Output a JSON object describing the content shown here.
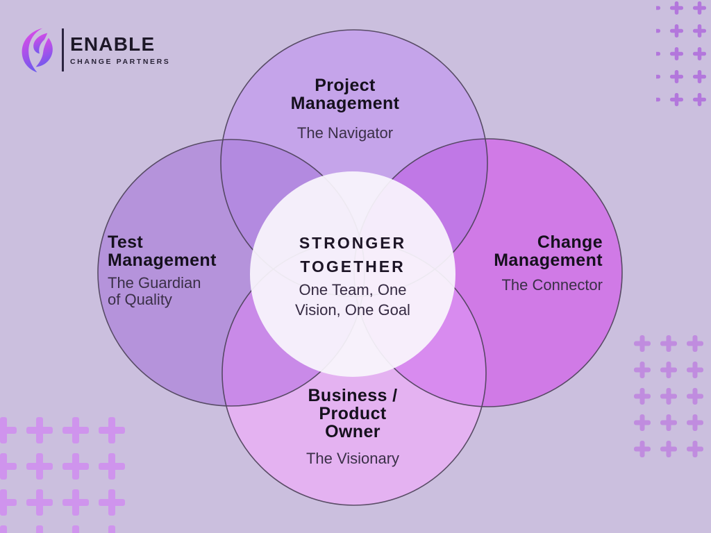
{
  "logo": {
    "brand": "ENABLE",
    "tagline": "CHANGE PARTNERS"
  },
  "colors": {
    "background": "#cbbfde",
    "circle_border": "#4b4058",
    "center_fill": "#f9f5fc",
    "plus_small": "#b06fdc",
    "plus_large": "#d08df0",
    "plus_medium": "#bd7fdf",
    "logo_gradient_start": "#e44ae6",
    "logo_gradient_end": "#6c59ee"
  },
  "diagram": {
    "circles": [
      {
        "role": "project-management",
        "title_lines": [
          "Project",
          "Management"
        ],
        "subtitle_lines": [
          "The Navigator"
        ],
        "fill": "#c5a4ea"
      },
      {
        "role": "test-management",
        "title_lines": [
          "Test",
          "Management"
        ],
        "subtitle_lines": [
          "The Guardian",
          "of Quality"
        ],
        "fill": "#b593db"
      },
      {
        "role": "change-management",
        "title_lines": [
          "Change",
          "Management"
        ],
        "subtitle_lines": [
          "The Connector"
        ],
        "fill": "#d07ae6"
      },
      {
        "role": "business-product-owner",
        "title_lines": [
          "Business /",
          "Product",
          "Owner"
        ],
        "subtitle_lines": [
          "The Visionary"
        ],
        "fill": "#e4b2f1"
      }
    ],
    "overlaps": {
      "project_test": "#b38ae0",
      "project_change": "#c078e6",
      "test_business": "#c98ae8",
      "change_business": "#d88bef"
    },
    "center": {
      "title_lines": [
        "STRONGER",
        "TOGETHER"
      ],
      "subtitle_lines": [
        "One Team, One",
        "Vision, One Goal"
      ]
    }
  }
}
